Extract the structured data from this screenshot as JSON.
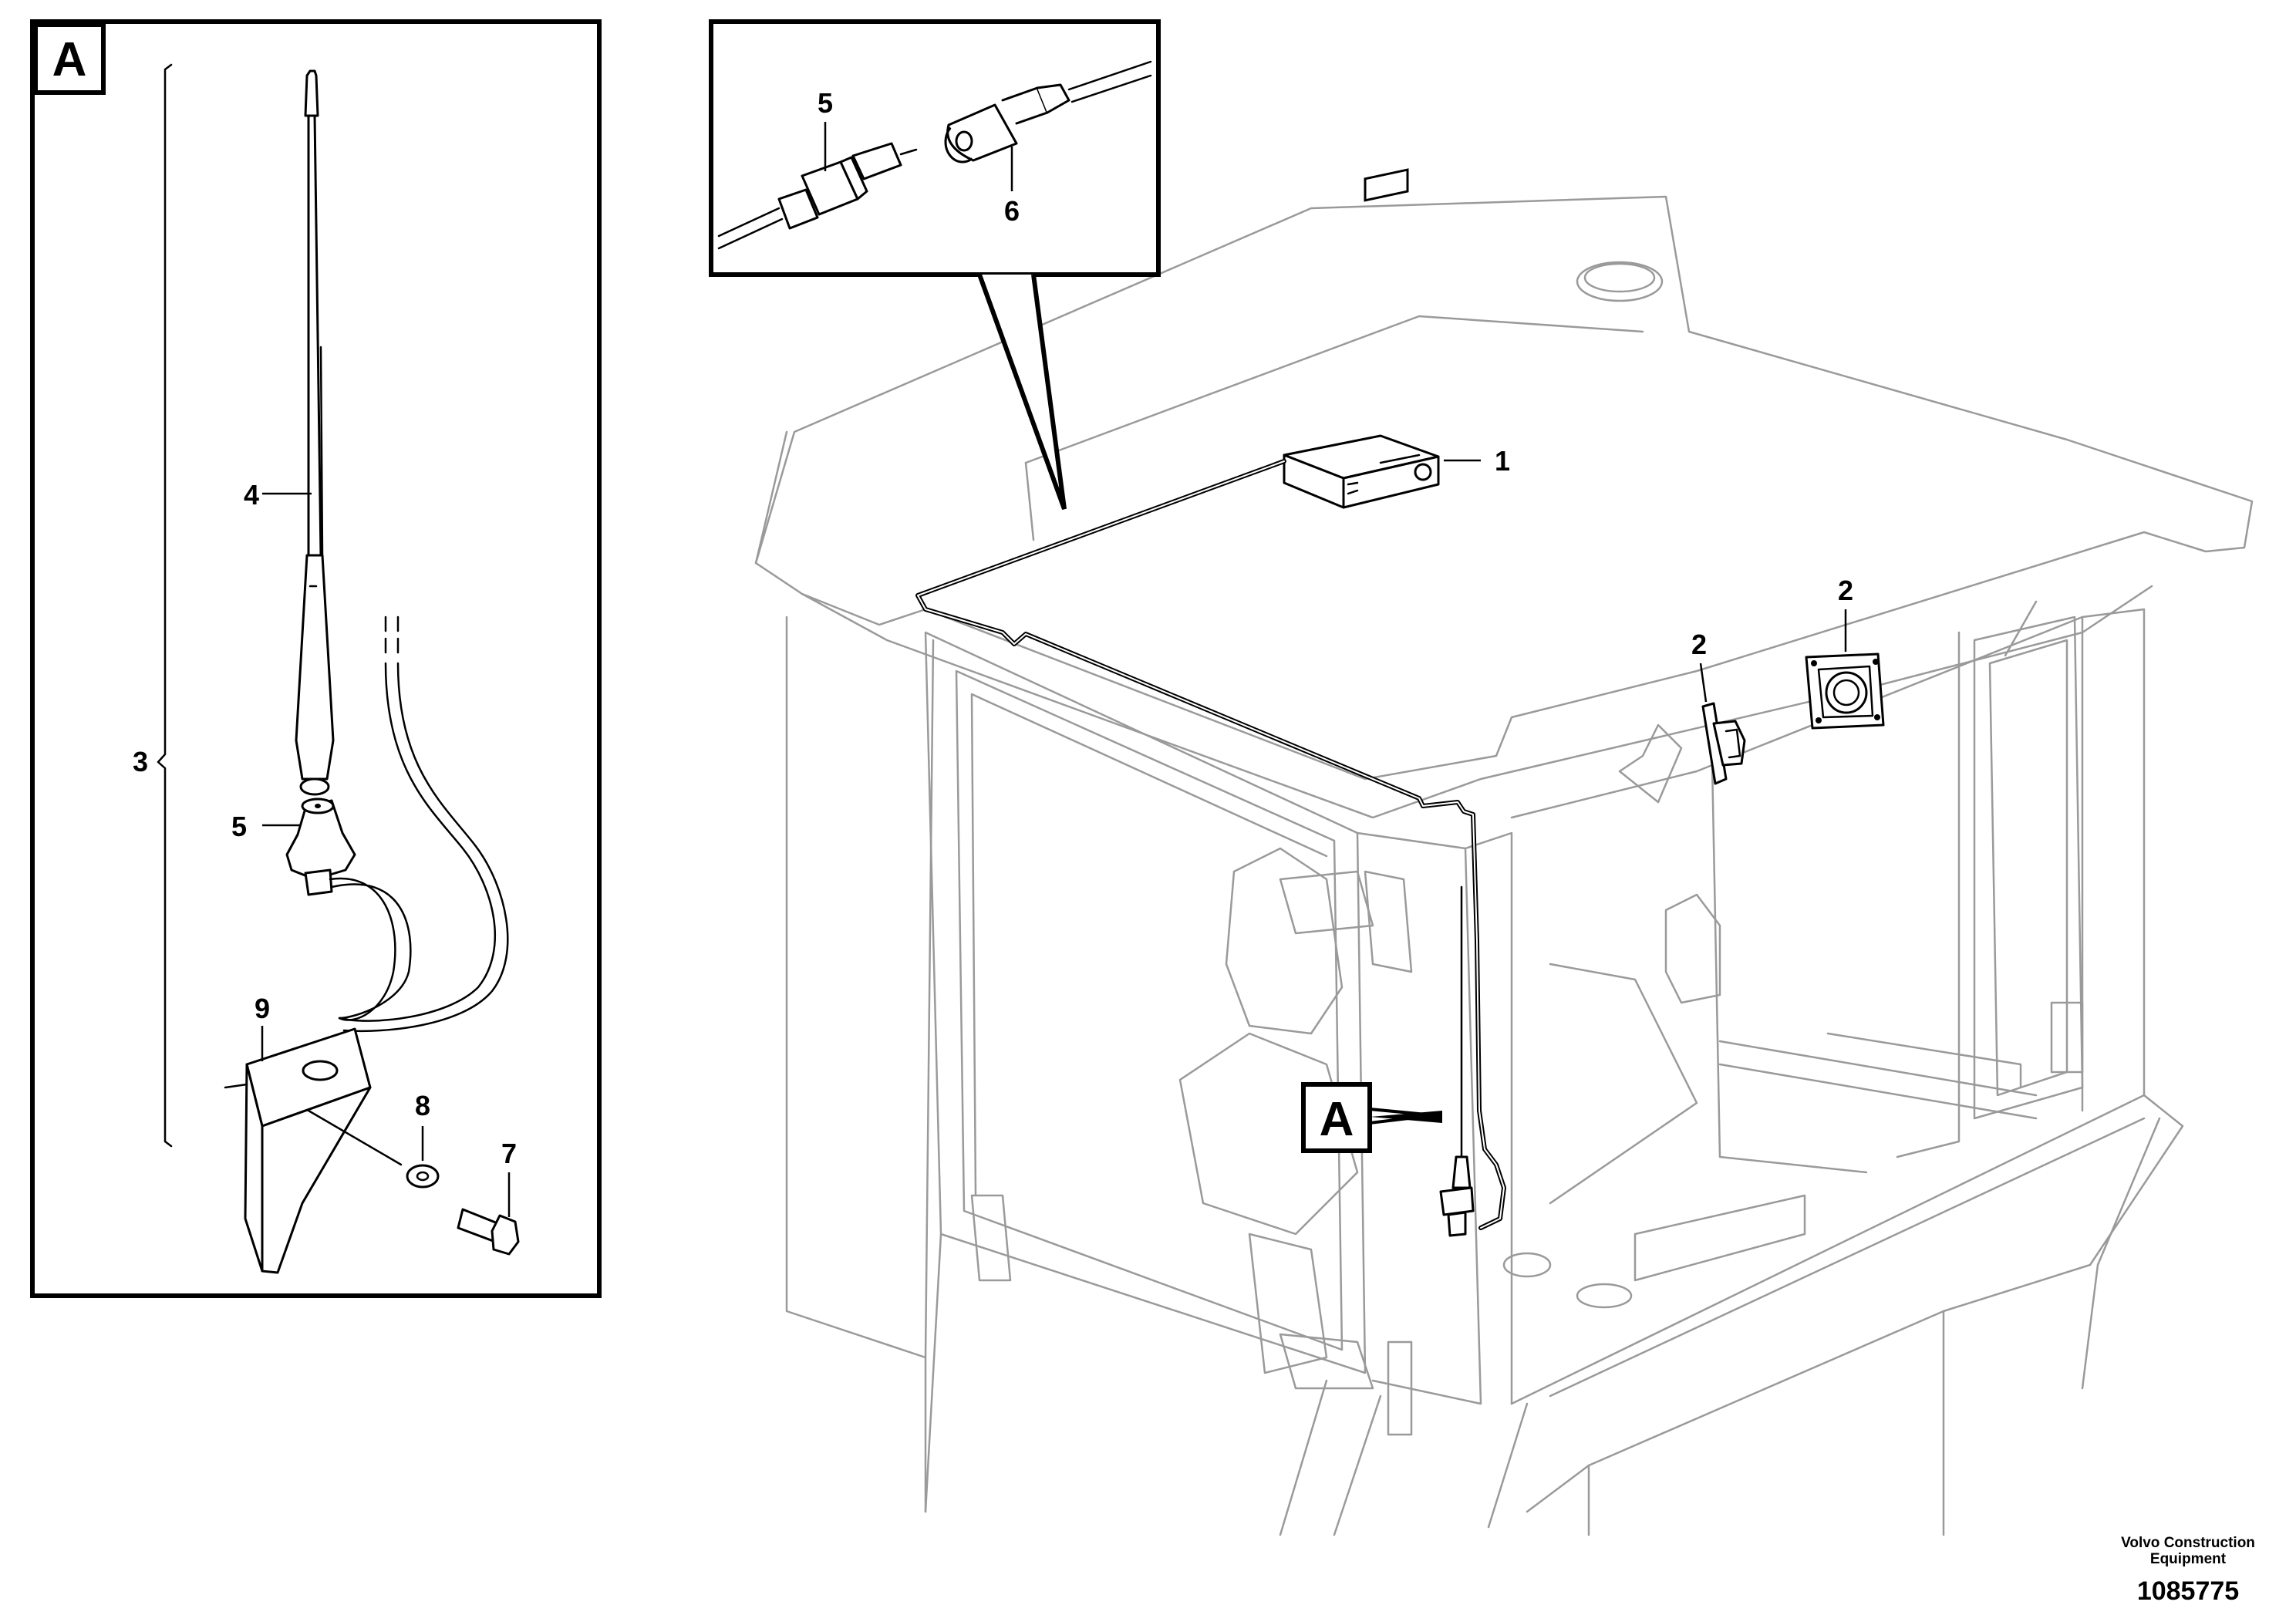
{
  "detail_box": {
    "letter": "A"
  },
  "callouts": {
    "c1": "1",
    "c2a": "2",
    "c2b": "2",
    "c3": "3",
    "c4": "4",
    "c5_detail": "5",
    "c5_inset": "5",
    "c6": "6",
    "c7": "7",
    "c8": "8",
    "c9": "9"
  },
  "view_marker": {
    "letter": "A"
  },
  "footer": {
    "company_line1": "Volvo Construction",
    "company_line2": "Equipment",
    "document_number": "1085775"
  }
}
